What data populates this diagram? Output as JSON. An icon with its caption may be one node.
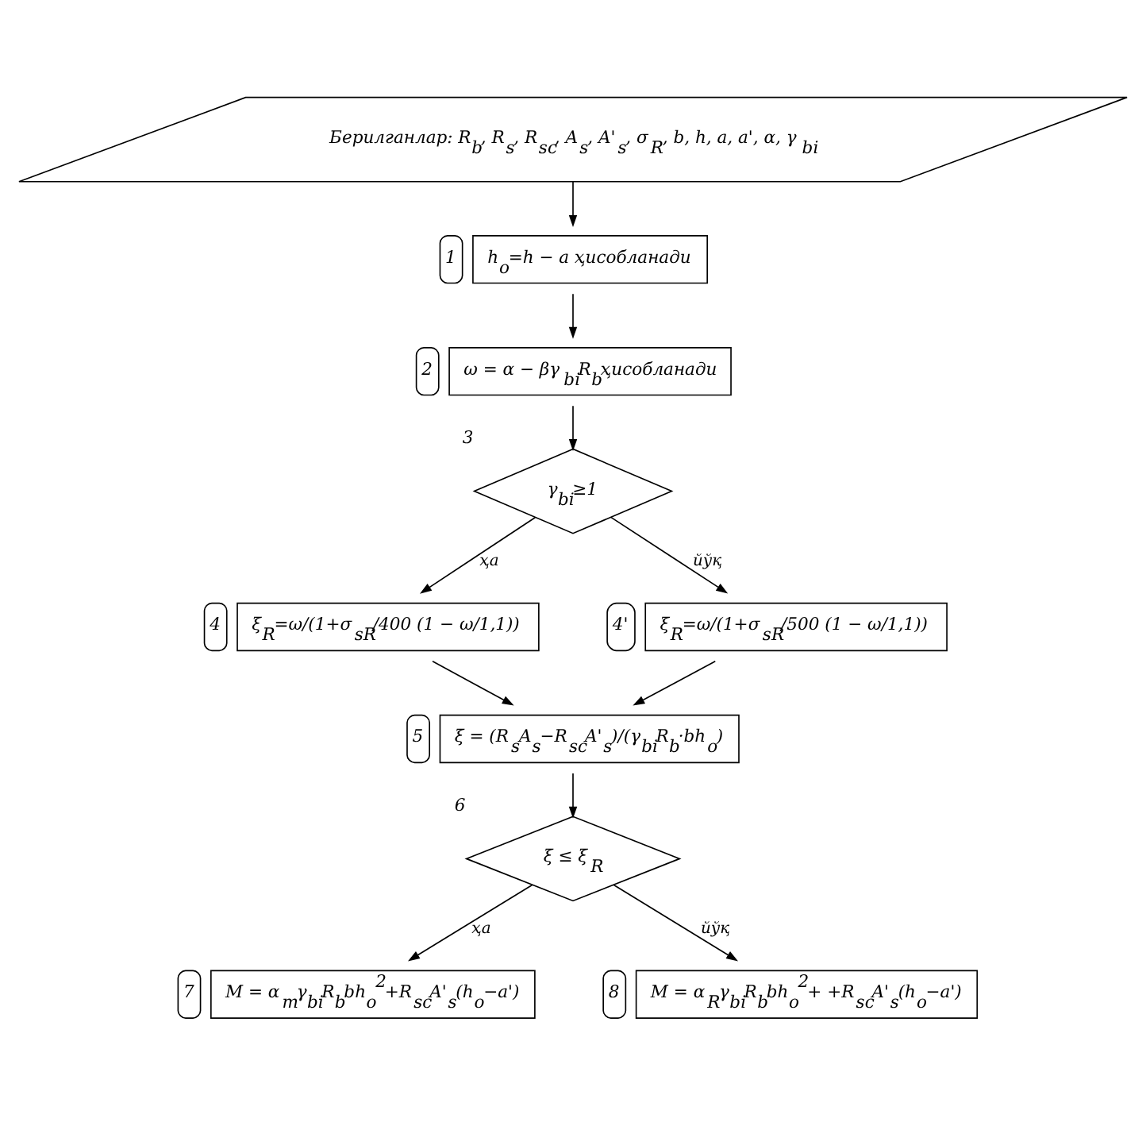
{
  "diagram": {
    "nodes": [
      {
        "text": [
          "Берилганлар: R$_{b}$, R$_{s}$, R$_{sc}$, A$_{s}$, A'$_{s}$, σ$_{R}$, b, h, a, a', α, γ$_{bi}$"
        ]
      },
      {
        "text": [
          "h$_{o}$=h − a ҳисобланади"
        ],
        "beside": [
          "1"
        ]
      },
      {
        "text": [
          "ω = α − βγ$_{bi}$R$_{b}$ҳисобланади"
        ],
        "beside": [
          "2"
        ]
      },
      {
        "text": [
          "γ$_{bi}$≥1"
        ],
        "beside": [
          "3"
        ]
      },
      {
        "text": [
          "ξ$_{R}$=ω/(1+σ$_{sR}$/400 (1 − ω/1,1))"
        ],
        "beside": [
          "4"
        ]
      },
      {
        "text": [
          "ξ$_{R}$=ω/(1+σ$_{sR}$/500 (1 − ω/1,1))"
        ],
        "beside": [
          "4'"
        ]
      },
      {
        "text": [
          "ξ = (R$_{s}$A$_{s}$−R$_{sc}$A'$_{s}$)/(γ$_{bi}$R$_{b}$·bh$_{o}$)"
        ],
        "beside": [
          "5"
        ]
      },
      {
        "text": [
          "ξ ≤ ξ$_{R}$"
        ],
        "beside": [
          "6"
        ]
      },
      {
        "text": [
          "M = α$_{m}$γ$_{bi}$R$_{b}$bh$_{o}$$^{2}$+R$_{sc}$A'$_{s}$(h$_{o}$−a')"
        ],
        "beside": [
          "7"
        ]
      },
      {
        "text": [
          "M = α$_{R}$γ$_{bi}$R$_{b}$bh$_{o}$$^{2}$+ +R$_{sc}$A'$_{s}$(h$_{o}$−a')"
        ],
        "beside": [
          "8"
        ]
      }
    ],
    "edges": [
      {
        "from": 0,
        "to": 1,
        "arrow": "to"
      },
      {
        "from": 1,
        "to": 2,
        "arrow": "to"
      },
      {
        "from": 2,
        "to": 3,
        "arrow": "to"
      },
      {
        "from": 3,
        "to": 4,
        "arrow": "to",
        "label": "ҳа"
      },
      {
        "from": 3,
        "to": 5,
        "arrow": "to",
        "label": "йўқ"
      },
      {
        "from": 4,
        "to": 6,
        "arrow": "to"
      },
      {
        "from": 5,
        "to": 6,
        "arrow": "to"
      },
      {
        "from": 6,
        "to": 7,
        "arrow": "to"
      },
      {
        "from": 7,
        "to": 8,
        "arrow": "to",
        "label": "ҳа"
      },
      {
        "from": 7,
        "to": 9,
        "arrow": "to",
        "label": "йўқ"
      }
    ]
  }
}
